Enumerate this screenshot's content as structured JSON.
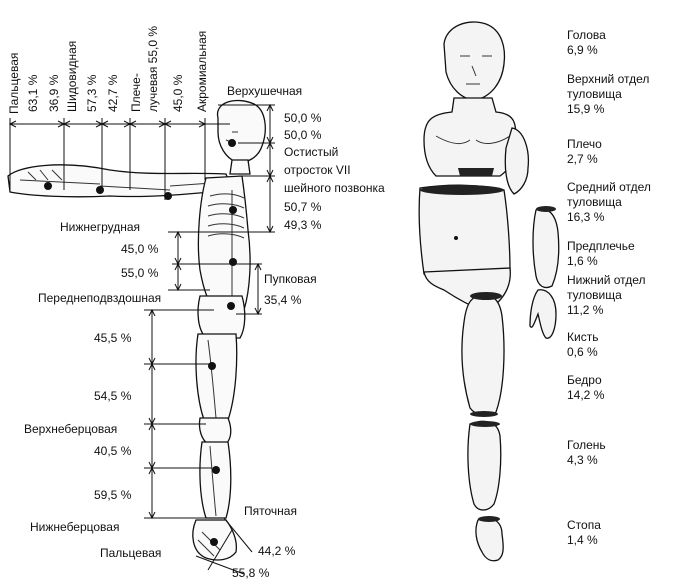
{
  "left_labels": {
    "finger_top": "Пальцевая",
    "pct_63_1": "63,1 %",
    "pct_36_9": "36,9 %",
    "styloid": "Шидовидная",
    "pct_57_3": "57,3 %",
    "pct_42_7": "42,7 %",
    "humeral": "Плече-",
    "radial": "лучевая 55,0 %",
    "pct_45_0_top": "45,0 %",
    "acromial": "Акромиальная",
    "vertex": "Верхушечная",
    "pct_50_0_a": "50,0 %",
    "pct_50_0_b": "50,0 %",
    "spinous_1": "Остистый",
    "spinous_2": "отросток VII",
    "spinous_3": "шейного позвонка",
    "pct_50_7": "50,7 %",
    "pct_49_3": "49,3 %",
    "lower_thoracic": "Нижнегрудная",
    "pct_45_0_mid": "45,0 %",
    "pct_55_0": "55,0 %",
    "pubic": "Пупковая",
    "pct_35_4": "35,4 %",
    "iliac": "Переднеподвздошная",
    "pct_45_5": "45,5 %",
    "pct_54_5": "54,5 %",
    "upper_tibial": "Верхнеберцовая",
    "pct_40_5": "40,5 %",
    "pct_59_5": "59,5 %",
    "heel": "Пяточная",
    "lower_tibial": "Нижнеберцовая",
    "pct_44_2": "44,2 %",
    "toe": "Пальцевая",
    "pct_55_8": "55,8 %"
  },
  "segments": [
    {
      "name": "Голова",
      "pct": "6,9 %"
    },
    {
      "name": "Верхний отдел туловища",
      "line1": "Верхний отдел",
      "line2": "туловища",
      "pct": "15,9 %"
    },
    {
      "name": "Плечо",
      "pct": "2,7 %"
    },
    {
      "name": "Средний отдел туловища",
      "line1": "Средний отдел",
      "line2": "туловища",
      "pct": "16,3 %"
    },
    {
      "name": "Предплечье",
      "pct": "1,6 %"
    },
    {
      "name": "Нижний отдел туловища",
      "line1": "Нижний отдел",
      "line2": "туловища",
      "pct": "11,2 %"
    },
    {
      "name": "Кисть",
      "pct": "0,6 %"
    },
    {
      "name": "Бедро",
      "pct": "14,2 %"
    },
    {
      "name": "Голень",
      "pct": "4,3 %"
    },
    {
      "name": "Стопа",
      "pct": "1,4 %"
    }
  ]
}
